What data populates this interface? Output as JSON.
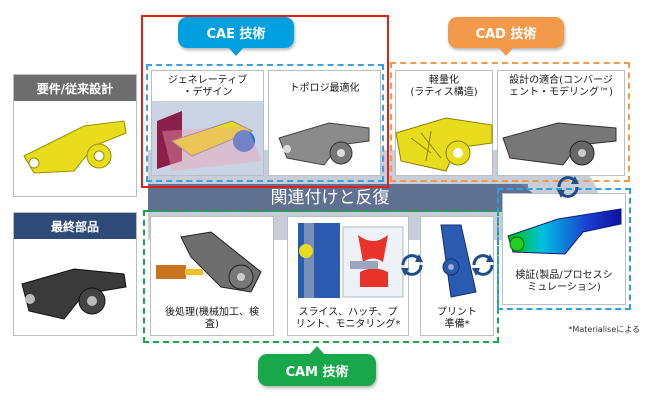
{
  "cae": {
    "title": "CAE 技術",
    "color": "#00a0e0"
  },
  "cad": {
    "title": "CAD 技術",
    "color": "#f39a4a"
  },
  "cam": {
    "title": "CAM 技術",
    "color": "#18a84a"
  },
  "band_text": "関連付けと反復",
  "requirements": {
    "title": "要件/従来設計"
  },
  "final_part": {
    "title": "最終部品"
  },
  "steps": {
    "generative": {
      "line1": "ジェネレーティブ",
      "line2": "・デザイン"
    },
    "topology": {
      "line1": "トポロジ最適化"
    },
    "lightweight": {
      "line1": "軽量化",
      "line2": "(ラティス構造)"
    },
    "design_fit": {
      "line1": "設計の適合(コンバージ",
      "line2": "ェント・モデリング™)"
    },
    "verification": {
      "line1": "検証(製品/プロセスシ",
      "line2": "ミュレーション)"
    },
    "post_processing": {
      "line1": "後処理(機械加工、検",
      "line2": "査)"
    },
    "slice": {
      "line1": "スライス、ハッチ、プ",
      "line2": "リント、モニタリング*"
    },
    "print_prep": {
      "line1": "プリント",
      "line2": "準備*"
    }
  },
  "footnote": "*Materialiseによる"
}
